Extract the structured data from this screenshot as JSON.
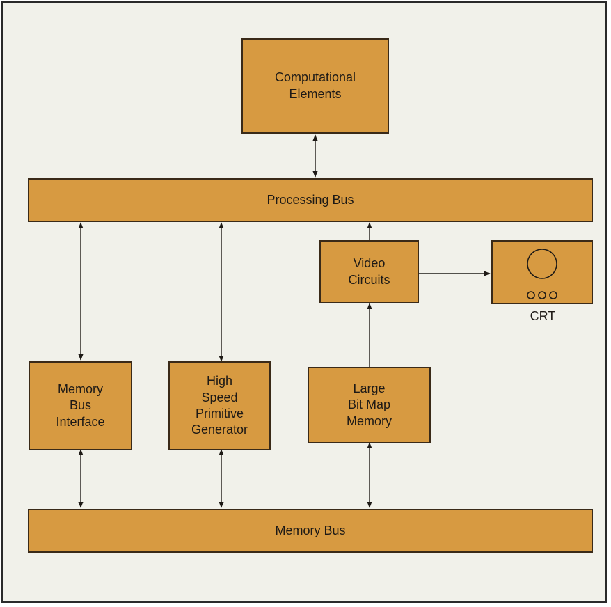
{
  "diagram": {
    "nodes": {
      "computational_elements": "Computational\nElements",
      "processing_bus": "Processing Bus",
      "video_circuits": "Video\nCircuits",
      "crt": "CRT",
      "memory_bus_interface": "Memory\nBus\nInterface",
      "primitive_generator": "High\nSpeed\nPrimitive\nGenerator",
      "bit_map_memory": "Large\nBit Map\nMemory",
      "memory_bus": "Memory Bus"
    },
    "edges": [
      {
        "from": "Computational Elements",
        "to": "Processing Bus",
        "type": "bidirectional"
      },
      {
        "from": "Processing Bus",
        "to": "Memory Bus Interface",
        "type": "bidirectional"
      },
      {
        "from": "Processing Bus",
        "to": "High Speed Primitive Generator",
        "type": "bidirectional"
      },
      {
        "from": "Video Circuits",
        "to": "Processing Bus",
        "type": "directed"
      },
      {
        "from": "Video Circuits",
        "to": "CRT",
        "type": "directed"
      },
      {
        "from": "Large Bit Map Memory",
        "to": "Video Circuits",
        "type": "directed"
      },
      {
        "from": "Memory Bus Interface",
        "to": "Memory Bus",
        "type": "bidirectional"
      },
      {
        "from": "High Speed Primitive Generator",
        "to": "Memory Bus",
        "type": "bidirectional"
      },
      {
        "from": "Large Bit Map Memory",
        "to": "Memory Bus",
        "type": "bidirectional"
      }
    ],
    "colors": {
      "block_fill": "#d79a41",
      "block_border": "#3a2a18",
      "background": "#f1f1ea"
    }
  }
}
